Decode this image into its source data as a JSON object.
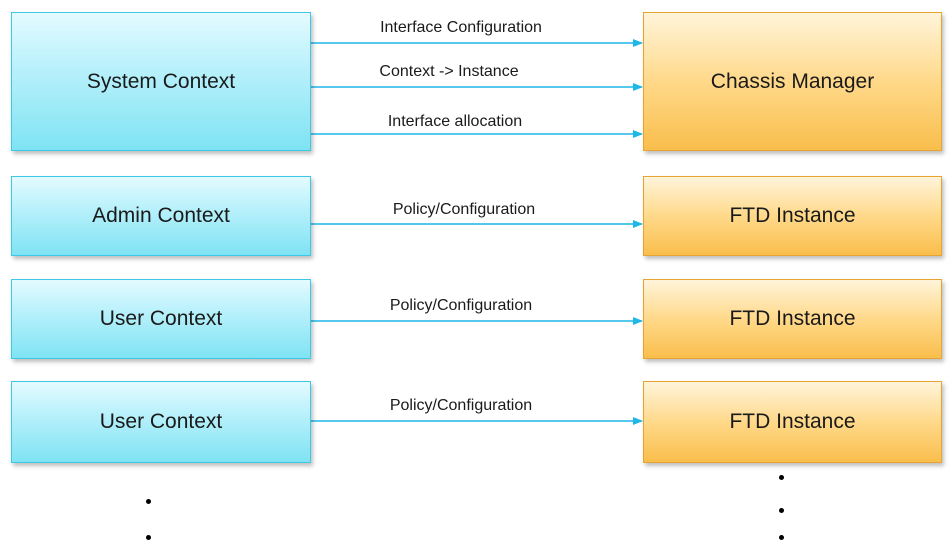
{
  "colors": {
    "arrow": "#1fb6e8",
    "left_box": "#b9f1fb",
    "right_box": "#ffd98a"
  },
  "system_context": {
    "label": "System Context"
  },
  "chassis_manager": {
    "label": "Chassis Manager"
  },
  "system_arrows": [
    {
      "label": "Interface Configuration"
    },
    {
      "label": "Context -> Instance"
    },
    {
      "label": "Interface allocation"
    }
  ],
  "rows": [
    {
      "left": "Admin Context",
      "arrow": "Policy/Configuration",
      "right": "FTD Instance"
    },
    {
      "left": "User Context",
      "arrow": "Policy/Configuration",
      "right": "FTD Instance"
    },
    {
      "left": "User Context",
      "arrow": "Policy/Configuration",
      "right": "FTD Instance"
    }
  ]
}
